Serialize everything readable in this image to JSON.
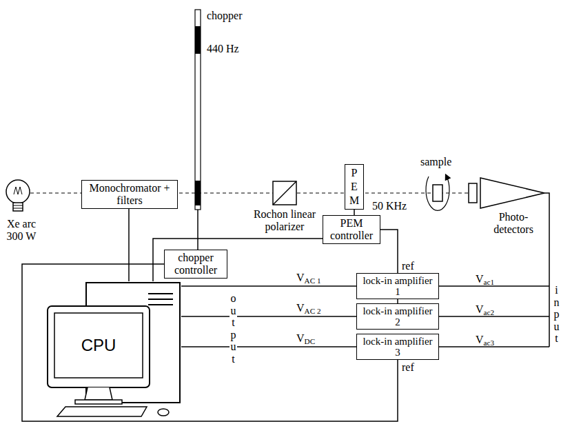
{
  "diagram": {
    "nodes": [
      {
        "text": [
          "Monochromator + filters"
        ]
      },
      {
        "text": [
          "P E M"
        ]
      },
      {
        "text": [
          "chopper controller"
        ]
      },
      {
        "text": [
          "PEM controller"
        ]
      },
      {
        "text": [
          "CPU"
        ]
      },
      {
        "text": [
          "lock-in amplifier 1"
        ]
      },
      {
        "text": [
          "lock-in amplifier 2"
        ]
      },
      {
        "text": [
          "lock-in amplifier 3"
        ]
      }
    ],
    "edges": [
      {
        "from": 0,
        "to": 4,
        "arrow": "none"
      },
      {
        "from": 1,
        "to": 3,
        "arrow": "none"
      },
      {
        "from": 2,
        "to": 7,
        "label": "ref",
        "arrow": "none"
      },
      {
        "from": 3,
        "to": 4,
        "arrow": "none"
      },
      {
        "from": 3,
        "to": 5,
        "label": "ref",
        "arrow": "none"
      },
      {
        "from": 5,
        "to": 6,
        "arrow": "none"
      },
      {
        "from": 5,
        "to": 4,
        "label": "VAC 1",
        "arrow": "none"
      },
      {
        "from": 6,
        "to": 4,
        "label": "VAC 2",
        "arrow": "none"
      },
      {
        "from": 7,
        "to": 4,
        "label": "VDC",
        "arrow": "none"
      }
    ],
    "labels": [
      "Xe arc 300 W",
      "chopper",
      "440 Hz",
      "Rochon linear polarizer",
      "50 KHz",
      "sample",
      "Photo- detectors",
      "output",
      "input",
      "Vac1",
      "Vac2",
      "Vac3"
    ]
  }
}
